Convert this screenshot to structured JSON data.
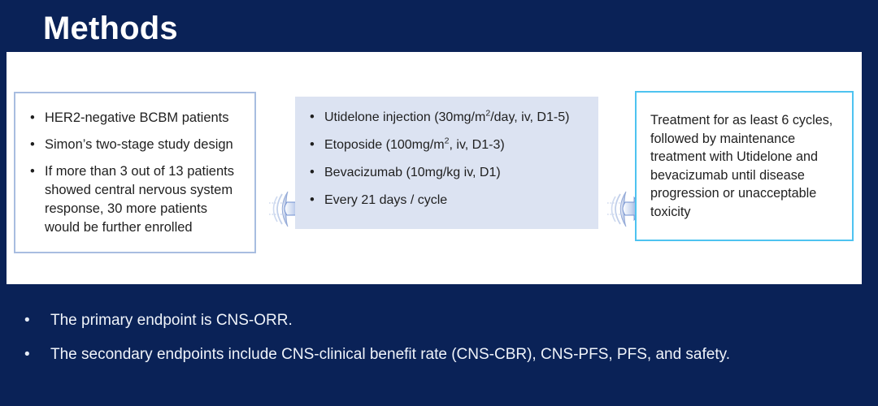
{
  "slide": {
    "title": "Methods",
    "background_color": "#0a2257",
    "panel_color": "#ffffff"
  },
  "flow": {
    "population_box": {
      "border_color": "#a8bde0",
      "fill_color": "#ffffff",
      "bullets": [
        "HER2-negative BCBM patients",
        "Simon’s two-stage study design",
        "If more than 3 out of 13 patients showed central nervous system response, 30 more patients would be further enrolled"
      ]
    },
    "regimen_box": {
      "fill_color": "#dce3f2",
      "bullets": [
        {
          "pre": "Utidelone injection (30mg/m",
          "sup": "2",
          "post": "/day, iv, D1-5)"
        },
        {
          "pre": "Etoposide (100mg/m",
          "sup": "2",
          "post": ", iv, D1-3)"
        },
        {
          "pre": "Bevacizumab (10mg/kg iv, D1)",
          "sup": "",
          "post": ""
        },
        {
          "pre": "Every 21 days / cycle",
          "sup": "",
          "post": ""
        }
      ]
    },
    "maintenance_box": {
      "border_color": "#4ec3f0",
      "fill_color": "#ffffff",
      "text": "Treatment for as least 6 cycles, followed by maintenance treatment with Utidelone and bevacizumab until disease progression or unacceptable toxicity"
    },
    "arrows": [
      {
        "name": "arrow-population-to-regimen"
      },
      {
        "name": "arrow-regimen-to-maintenance"
      }
    ],
    "bullet_char": "•"
  },
  "endpoints": {
    "bullet_char": "•",
    "items": [
      "The primary endpoint is CNS-ORR.",
      "The secondary endpoints include CNS-clinical benefit rate (CNS-CBR), CNS-PFS, PFS, and safety."
    ]
  }
}
